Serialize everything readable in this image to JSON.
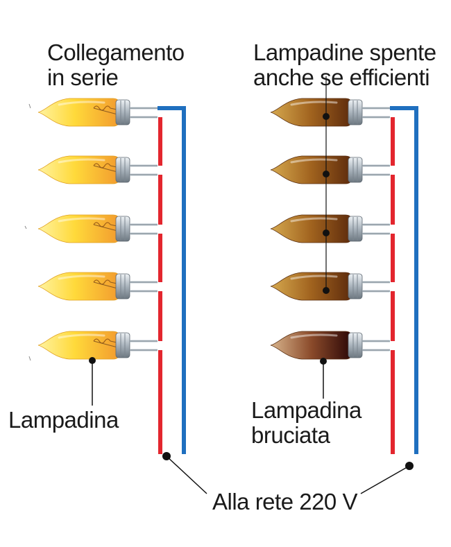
{
  "labels": {
    "left_title_line1": "Collegamento",
    "left_title_line2": "in serie",
    "right_title_line1": "Lampadine spente",
    "right_title_line2": "anche se efficienti",
    "lamp": "Lampadina",
    "burnt_line1": "Lampadina",
    "burnt_line2": "bruciata",
    "mains": "Alla rete 220 V"
  },
  "colors": {
    "wire_live": "#e3262e",
    "wire_return": "#1f6fbf",
    "bulb_lit_tip": "#fff07a",
    "bulb_lit_base": "#f5a623",
    "bulb_off_tip": "#c99a45",
    "bulb_off_base": "#6e3a12",
    "bulb_burnt_tip": "#c9a27a",
    "bulb_burnt_base": "#3a0c0c",
    "metal": "#b9c3cc"
  },
  "groups": [
    {
      "id": "left",
      "bulbs": [
        "lit",
        "lit",
        "lit",
        "lit",
        "lit"
      ]
    },
    {
      "id": "right",
      "bulbs": [
        "off",
        "off",
        "off",
        "off",
        "burnt"
      ]
    }
  ]
}
